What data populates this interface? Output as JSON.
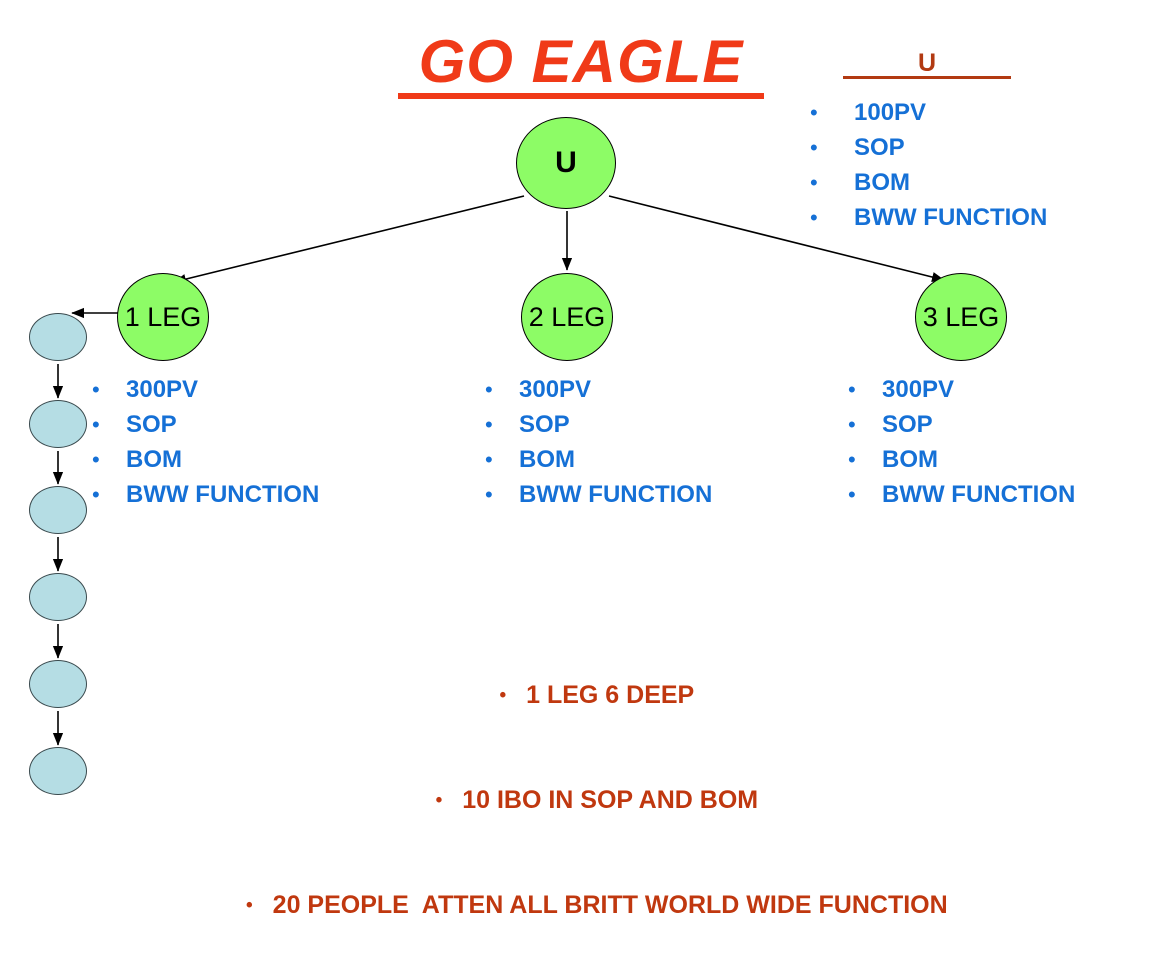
{
  "title": {
    "text": "GO EAGLE",
    "color": "#f03a18"
  },
  "u_heading": {
    "label": "U",
    "color": "#b23a12"
  },
  "colors": {
    "node_green": "#8dfc66",
    "downline_blue": "#b5dde4",
    "bullet_blue": "#1570d6",
    "summary_red": "#c0380f",
    "title_orange": "#f03a18"
  },
  "nodes": {
    "root": {
      "label": "U"
    },
    "leg1": {
      "label": "1 LEG"
    },
    "leg2": {
      "label": "2 LEG"
    },
    "leg3": {
      "label": "3 LEG"
    }
  },
  "requirements": {
    "u": [
      {
        "bullet": "•",
        "label": "100PV"
      },
      {
        "bullet": "•",
        "label": "SOP"
      },
      {
        "bullet": "•",
        "label": "BOM"
      },
      {
        "bullet": "•",
        "label": "BWW FUNCTION"
      }
    ],
    "leg1": [
      {
        "bullet": "•",
        "label": "300PV"
      },
      {
        "bullet": "•",
        "label": "SOP"
      },
      {
        "bullet": "•",
        "label": "BOM"
      },
      {
        "bullet": "•",
        "label": "BWW FUNCTION"
      }
    ],
    "leg2": [
      {
        "bullet": "•",
        "label": "300PV"
      },
      {
        "bullet": "•",
        "label": "SOP"
      },
      {
        "bullet": "•",
        "label": "BOM"
      },
      {
        "bullet": "•",
        "label": "BWW FUNCTION"
      }
    ],
    "leg3": [
      {
        "bullet": "•",
        "label": "300PV"
      },
      {
        "bullet": "•",
        "label": "SOP"
      },
      {
        "bullet": "•",
        "label": "BOM"
      },
      {
        "bullet": "•",
        "label": "BWW FUNCTION"
      }
    ]
  },
  "downline": {
    "count": 6,
    "labels": [
      "",
      "",
      "",
      "",
      "",
      ""
    ]
  },
  "summary": [
    {
      "bullet": "•",
      "label": "1 LEG 6 DEEP"
    },
    {
      "bullet": "•",
      "label": "10 IBO IN SOP AND BOM"
    },
    {
      "bullet": "•",
      "label": "20 PEOPLE  ATTEN ALL BRITT WORLD WIDE FUNCTION"
    }
  ]
}
